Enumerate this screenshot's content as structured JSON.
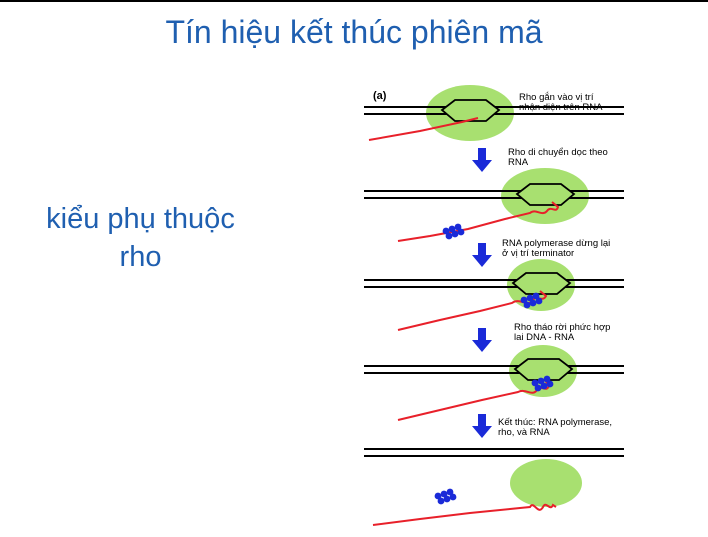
{
  "slide": {
    "title": "Tín hiệu kết thúc phiên mã",
    "side_label_line1": "kiểu phụ thuộc",
    "side_label_line2": "rho"
  },
  "diagram": {
    "panel_label": "(a)",
    "steps": [
      {
        "line1": "Rho gắn vào vị trí",
        "line2": "nhận diện trên RNA"
      },
      {
        "line1": "Rho di chuyển dọc theo",
        "line2": "RNA"
      },
      {
        "line1": "RNA polymerase dừng lại",
        "line2": "ở vị trí terminator"
      },
      {
        "line1": "Rho tháo rời phức hợp",
        "line2": "lai DNA - RNA"
      },
      {
        "line1": "Kết thúc: RNA polymerase,",
        "line2": "rho, và RNA"
      }
    ]
  },
  "colors": {
    "title": "#1f5fb0",
    "polymerase": "#a8e070",
    "rna": "#e8202a",
    "arrow": "#1a2ad8",
    "rho": "#1a2ad8"
  }
}
